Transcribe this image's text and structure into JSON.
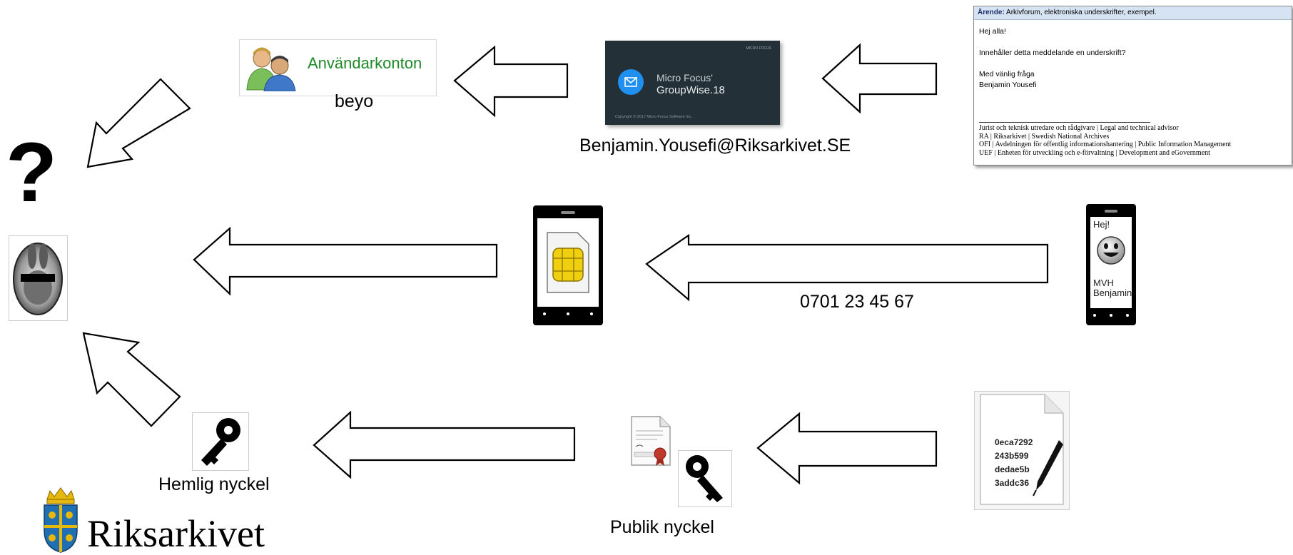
{
  "account_card": {
    "label": "Användarkonton",
    "caption": "beyo"
  },
  "groupwise": {
    "brand": "Micro Focus'",
    "product": "GroupWise.18",
    "copyright": "Copyright © 2017 Micro Focus Software Inc.",
    "logo_text": "MICRO FOCUS",
    "caption": "Benjamin.Yousefi@Riksarkivet.SE"
  },
  "email": {
    "subject_label": "Ärende:",
    "subject": "Arkivforum, elektroniska underskrifter, exempel.",
    "body_lines": [
      "Hej alla!",
      "",
      "Innehåller detta meddelande en underskrift?",
      "",
      "Med vänlig fråga",
      "Benjamin Yousefi"
    ],
    "signature_lines": [
      "Jurist och teknisk utredare och rådgivare | Legal and technical advisor",
      "RA | Riksarkivet | Swedish National Archives",
      "OFI | Avdelningen för offentlig informationshantering | Public Information Management",
      "UEF | Enheten för utveckling och e-förvaltning | Development and eGovernment"
    ]
  },
  "phone_number": "0701 23 45 67",
  "sms": {
    "greeting": "Hej!",
    "closing_1": "MVH",
    "closing_2": "Benjamin"
  },
  "hash_lines": [
    "0eca7292",
    "243b599",
    "dedae5b",
    "3addc36"
  ],
  "secret_key_label": "Hemlig nyckel",
  "public_key_label": "Publik nyckel",
  "question_mark": "?",
  "logo": {
    "name": "Riksarkivet",
    "colors": {
      "shield_blue": "#1f6fb2",
      "gold": "#e6b70c"
    }
  },
  "colors": {
    "account_green": "#1e8a28",
    "groupwise_bg": "#243038",
    "groupwise_blue": "#1f8ff0",
    "sim_gold": "#f0cf10"
  }
}
